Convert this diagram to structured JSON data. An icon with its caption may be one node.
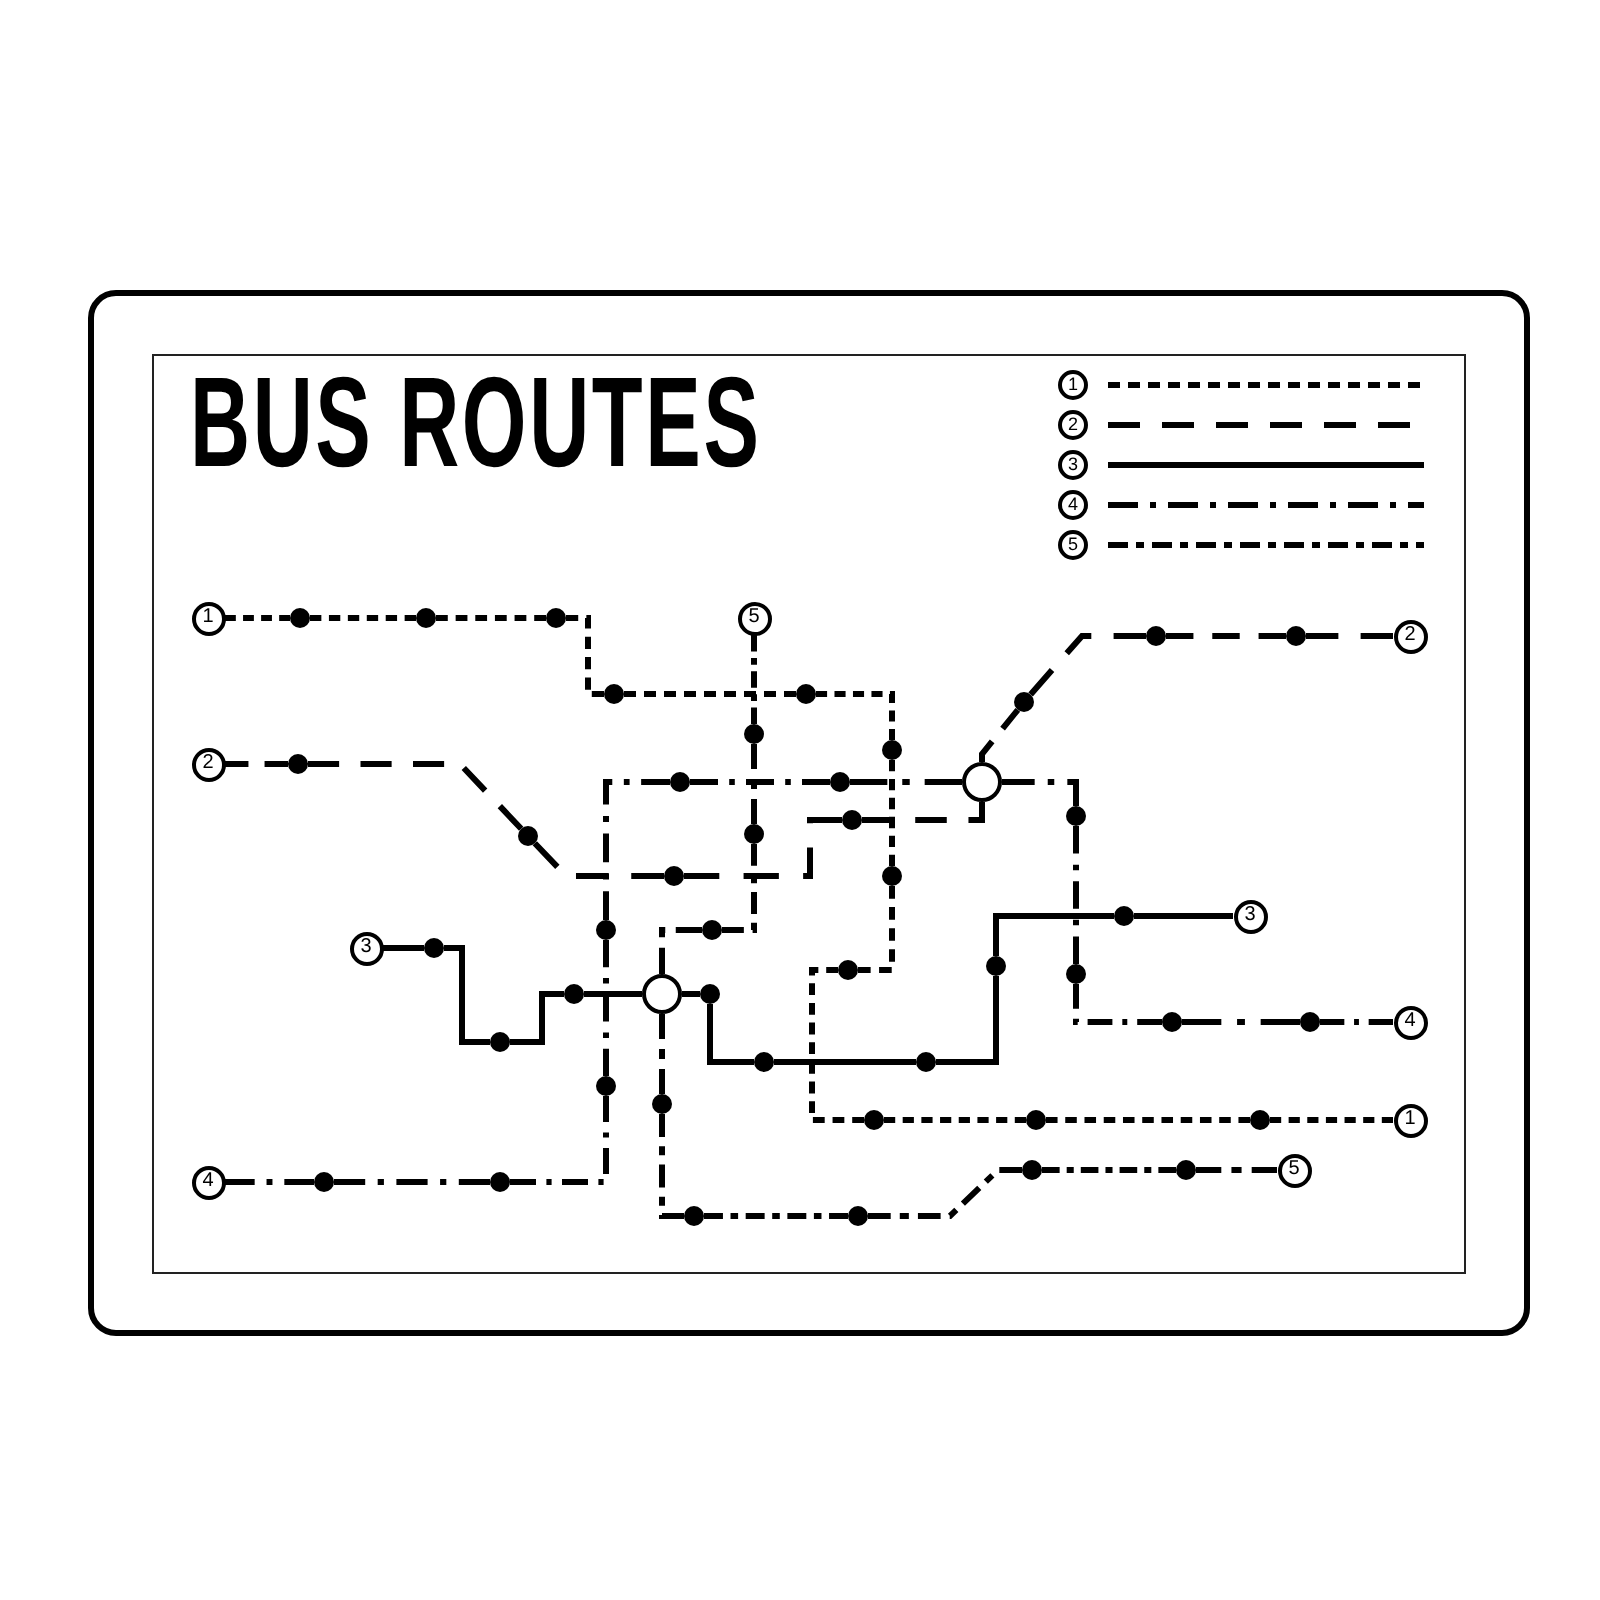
{
  "diagram": {
    "title": "BUS ROUTES",
    "nodes": [
      {
        "text": [
          "1"
        ]
      },
      {
        "text": [
          "5"
        ]
      },
      {
        "text": [
          "2"
        ]
      },
      {
        "text": [
          "2"
        ]
      },
      {
        "text": [
          "3"
        ]
      },
      {
        "text": [
          "3"
        ]
      },
      {
        "text": [
          "4"
        ]
      },
      {
        "text": [
          "1"
        ]
      },
      {
        "text": [
          "5"
        ]
      },
      {
        "text": [
          "4"
        ]
      },
      {
        "text": [],
        "shape": "circle"
      },
      {
        "text": [],
        "shape": "circle"
      },
      {
        "text": [],
        "shape": "dot"
      },
      {
        "text": [],
        "shape": "dot"
      },
      {
        "text": [],
        "shape": "dot"
      },
      {
        "text": [],
        "shape": "dot"
      },
      {
        "text": [],
        "shape": "dot"
      },
      {
        "text": [],
        "shape": "dot"
      },
      {
        "text": [],
        "shape": "dot"
      },
      {
        "text": [],
        "shape": "dot"
      },
      {
        "text": [],
        "shape": "dot"
      },
      {
        "text": [],
        "shape": "dot"
      },
      {
        "text": [],
        "shape": "dot"
      },
      {
        "text": [],
        "shape": "dot"
      },
      {
        "text": [],
        "shape": "dot"
      },
      {
        "text": [],
        "shape": "dot"
      },
      {
        "text": [],
        "shape": "dot"
      },
      {
        "text": [],
        "shape": "dot"
      },
      {
        "text": [],
        "shape": "dot"
      },
      {
        "text": [],
        "shape": "dot"
      },
      {
        "text": [],
        "shape": "dot"
      },
      {
        "text": [],
        "shape": "dot"
      },
      {
        "text": [],
        "shape": "dot"
      },
      {
        "text": [],
        "shape": "dot"
      },
      {
        "text": [],
        "shape": "dot"
      },
      {
        "text": [],
        "shape": "dot"
      },
      {
        "text": [],
        "shape": "dot"
      },
      {
        "text": [],
        "shape": "dot"
      },
      {
        "text": [],
        "shape": "dot"
      },
      {
        "text": [],
        "shape": "dot"
      },
      {
        "text": [],
        "shape": "dot"
      },
      {
        "text": [],
        "shape": "dot"
      },
      {
        "text": [],
        "shape": "dot"
      },
      {
        "text": [],
        "shape": "dot"
      },
      {
        "text": [],
        "shape": "dot"
      },
      {
        "text": [],
        "shape": "dot"
      },
      {
        "text": [],
        "shape": "dot"
      },
      {
        "text": [],
        "shape": "dot"
      },
      {
        "text": [],
        "shape": "dot"
      },
      {
        "text": [],
        "shape": "dot"
      },
      {
        "text": [],
        "shape": "dot"
      },
      {
        "text": [],
        "shape": "dot"
      },
      {
        "text": [],
        "shape": "dot"
      },
      {
        "text": [],
        "shape": "dot"
      },
      {
        "text": [],
        "shape": "dot"
      },
      {
        "text": [],
        "shape": "dot"
      }
    ],
    "edges": [
      {
        "from": 0,
        "to": 12,
        "arrow": "none",
        "style": "dashed"
      },
      {
        "from": 12,
        "to": 13,
        "arrow": "none",
        "style": "dashed"
      },
      {
        "from": 13,
        "to": 14,
        "arrow": "none",
        "style": "dashed"
      },
      {
        "from": 14,
        "to": 15,
        "arrow": "none",
        "style": "dashed"
      },
      {
        "from": 15,
        "to": 16,
        "arrow": "none",
        "style": "dashed"
      },
      {
        "from": 16,
        "to": 17,
        "arrow": "none",
        "style": "dashed"
      },
      {
        "from": 17,
        "to": 18,
        "arrow": "none",
        "style": "dashed"
      },
      {
        "from": 18,
        "to": 19,
        "arrow": "none",
        "style": "dashed"
      },
      {
        "from": 19,
        "to": 20,
        "arrow": "none",
        "style": "dashed"
      },
      {
        "from": 20,
        "to": 21,
        "arrow": "none",
        "style": "dashed"
      },
      {
        "from": 21,
        "to": 22,
        "arrow": "none",
        "style": "dashed"
      },
      {
        "from": 22,
        "to": 7,
        "arrow": "none",
        "style": "dashed"
      },
      {
        "from": 3,
        "to": 23,
        "arrow": "none",
        "style": "dashed"
      },
      {
        "from": 23,
        "to": 24,
        "arrow": "none",
        "style": "dashed"
      },
      {
        "from": 24,
        "to": 25,
        "arrow": "none",
        "style": "dashed"
      },
      {
        "from": 25,
        "to": 26,
        "arrow": "none",
        "style": "dashed"
      },
      {
        "from": 26,
        "to": 10,
        "arrow": "none",
        "style": "dashed"
      },
      {
        "from": 10,
        "to": 27,
        "arrow": "none",
        "style": "dashed"
      },
      {
        "from": 27,
        "to": 28,
        "arrow": "none",
        "style": "dashed"
      },
      {
        "from": 28,
        "to": 29,
        "arrow": "none",
        "style": "dashed"
      },
      {
        "from": 29,
        "to": 2,
        "arrow": "none",
        "style": "dashed"
      },
      {
        "from": 5,
        "to": 30,
        "arrow": "none"
      },
      {
        "from": 30,
        "to": 31,
        "arrow": "none"
      },
      {
        "from": 31,
        "to": 32,
        "arrow": "none"
      },
      {
        "from": 32,
        "to": 11,
        "arrow": "none"
      },
      {
        "from": 11,
        "to": 33,
        "arrow": "none"
      },
      {
        "from": 33,
        "to": 34,
        "arrow": "none"
      },
      {
        "from": 34,
        "to": 35,
        "arrow": "none"
      },
      {
        "from": 35,
        "to": 36,
        "arrow": "none"
      },
      {
        "from": 36,
        "to": 37,
        "arrow": "none"
      },
      {
        "from": 37,
        "to": 4,
        "arrow": "none"
      },
      {
        "from": 9,
        "to": 38,
        "arrow": "none",
        "style": "dashed"
      },
      {
        "from": 38,
        "to": 39,
        "arrow": "none",
        "style": "dashed"
      },
      {
        "from": 39,
        "to": 40,
        "arrow": "none",
        "style": "dashed"
      },
      {
        "from": 40,
        "to": 41,
        "arrow": "none",
        "style": "dashed"
      },
      {
        "from": 41,
        "to": 42,
        "arrow": "none",
        "style": "dashed"
      },
      {
        "from": 42,
        "to": 43,
        "arrow": "none",
        "style": "dashed"
      },
      {
        "from": 43,
        "to": 10,
        "arrow": "none",
        "style": "dashed"
      },
      {
        "from": 10,
        "to": 44,
        "arrow": "none",
        "style": "dashed"
      },
      {
        "from": 44,
        "to": 45,
        "arrow": "none",
        "style": "dashed"
      },
      {
        "from": 45,
        "to": 46,
        "arrow": "none",
        "style": "dashed"
      },
      {
        "from": 46,
        "to": 47,
        "arrow": "none",
        "style": "dashed"
      },
      {
        "from": 47,
        "to": 6,
        "arrow": "none",
        "style": "dashed"
      },
      {
        "from": 1,
        "to": 48,
        "arrow": "none",
        "style": "dashed"
      },
      {
        "from": 48,
        "to": 49,
        "arrow": "none",
        "style": "dashed"
      },
      {
        "from": 49,
        "to": 50,
        "arrow": "none",
        "style": "dashed"
      },
      {
        "from": 50,
        "to": 11,
        "arrow": "none",
        "style": "dashed"
      },
      {
        "from": 11,
        "to": 51,
        "arrow": "none",
        "style": "dashed"
      },
      {
        "from": 51,
        "to": 52,
        "arrow": "none",
        "style": "dashed"
      },
      {
        "from": 52,
        "to": 53,
        "arrow": "none",
        "style": "dashed"
      },
      {
        "from": 53,
        "to": 54,
        "arrow": "none",
        "style": "dashed"
      },
      {
        "from": 54,
        "to": 55,
        "arrow": "none",
        "style": "dashed"
      },
      {
        "from": 55,
        "to": 8,
        "arrow": "none",
        "style": "dashed"
      }
    ],
    "legend": [
      {
        "text": "1"
      },
      {
        "text": "2"
      },
      {
        "text": "3"
      },
      {
        "text": "4"
      },
      {
        "text": "5"
      }
    ]
  }
}
